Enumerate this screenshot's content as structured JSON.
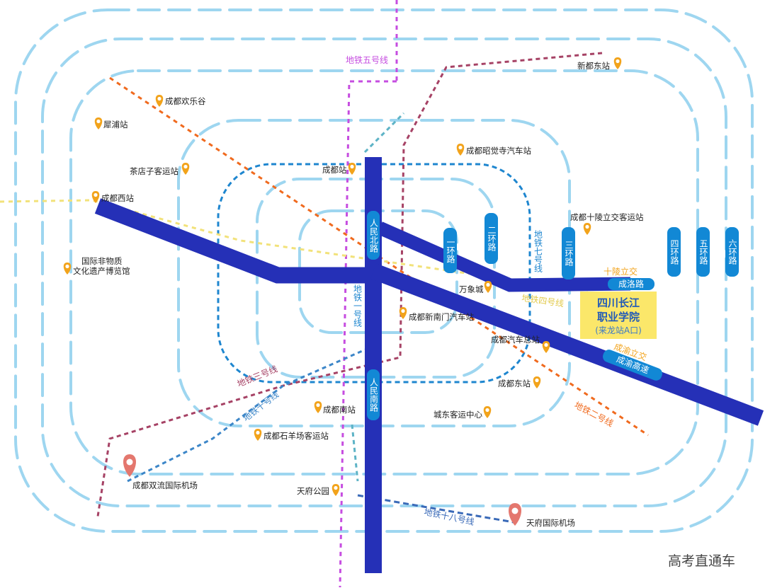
{
  "colors": {
    "ring": "#9ed6f0",
    "inner_ring": "#1e86cf",
    "road": "#2530b7",
    "ring_badge": "#1288d5",
    "line5": "#c64de0",
    "line2": "#f06a1e",
    "line3": "#a64265",
    "line4": "#f2e27a",
    "line10": "#3c86c8",
    "line1": "#5db3c6",
    "line18": "#3a6ab8",
    "poi": "#f2a31b",
    "airport": "#e4776e",
    "highlight_bg": "#fbe76a",
    "highlight_text": "#2059b8"
  },
  "roads": {
    "north": "人民北路",
    "south": "人民南路",
    "chengluo": "成洛路",
    "chengyu": "成渝高速"
  },
  "rings": [
    "一环路",
    "二环路",
    "三环路",
    "四环路",
    "五环路",
    "六环路"
  ],
  "metro": {
    "line5": "地铁五号线",
    "line7": "地铁七号线",
    "line1": "地铁一号线",
    "line3": "地铁三号线",
    "line10": "地铁十号线",
    "line2": "地铁二号线",
    "line4": "地铁四号线",
    "line18": "地铁十八号线"
  },
  "interchanges": {
    "shiling": "十陵立交",
    "chengyu": "成渝立交"
  },
  "pois": [
    {
      "name": "新都东站"
    },
    {
      "name": "成都欢乐谷"
    },
    {
      "name": "犀浦站"
    },
    {
      "name": "成都昭觉寺汽车站"
    },
    {
      "name": "茶店子客运站"
    },
    {
      "name": "成都站"
    },
    {
      "name": "成都西站"
    },
    {
      "name": "成都十陵立交客运站"
    },
    {
      "name": "国际非物质"
    },
    {
      "name": "文化遗产博览馆"
    },
    {
      "name": "万象城"
    },
    {
      "name": "成都新南门汽车站"
    },
    {
      "name": "成都汽车总站"
    },
    {
      "name": "成都东站"
    },
    {
      "name": "成都南站"
    },
    {
      "name": "城东客运中心"
    },
    {
      "name": "成都石羊场客运站"
    },
    {
      "name": "天府公园"
    }
  ],
  "airports": [
    {
      "name": "成都双流国际机场"
    },
    {
      "name": "天府国际机场"
    }
  ],
  "highlight": {
    "line1": "四川长江",
    "line2": "职业学院",
    "line3": "(来龙站A口)"
  },
  "watermark": "高考直通车"
}
